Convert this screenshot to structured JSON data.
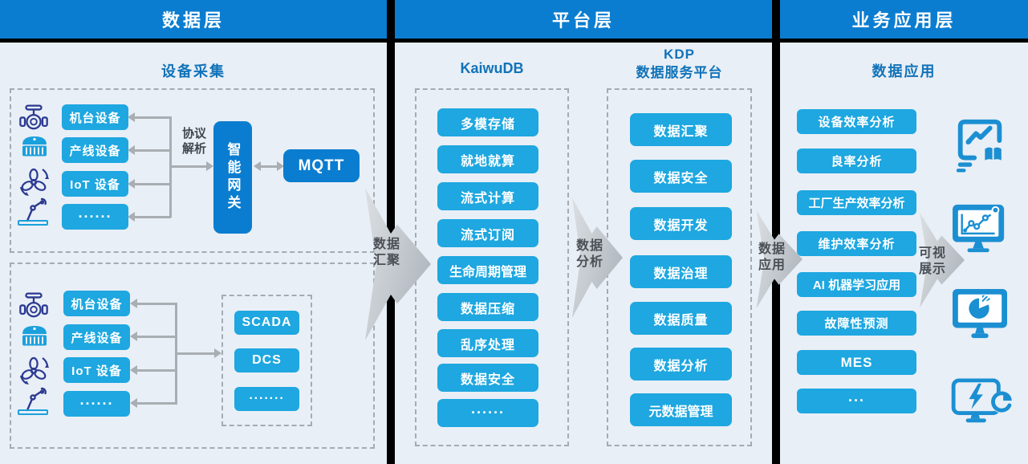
{
  "colors": {
    "header_blue": "#0a7dd0",
    "box_cyan": "#1ea7e0",
    "panel_bg": "#e9eff6",
    "title_blue": "#1173b9",
    "connector_gray": "#a9aeb3",
    "arrow_label_gray": "#4a5056",
    "icon_navy": "#2b3a91",
    "icon_cyan": "#1b8fd2",
    "page_bg": "#000000"
  },
  "layers": [
    {
      "title": "数据层"
    },
    {
      "title": "平台层"
    },
    {
      "title": "业务应用层"
    }
  ],
  "data_layer": {
    "section_title": "设备采集",
    "group1": {
      "devices": [
        "机台设备",
        "产线设备",
        "IoT 设备",
        "······"
      ],
      "protocol_label": {
        "line1": "协议",
        "line2": "解析"
      },
      "gateway_label": "智能网关",
      "mqtt_label": "MQTT"
    },
    "group2": {
      "devices": [
        "机台设备",
        "产线设备",
        "IoT 设备",
        "······"
      ],
      "systems": [
        "SCADA",
        "DCS",
        "·······"
      ]
    },
    "device_icons": [
      "valve-icon",
      "motor-drum-icon",
      "fan-icon",
      "robot-arm-icon"
    ]
  },
  "platform_layer": {
    "kaiwudb": {
      "title": "KaiwuDB",
      "items": [
        "多模存储",
        "就地就算",
        "流式计算",
        "流式订阅",
        "生命周期管理",
        "数据压缩",
        "乱序处理",
        "数据安全",
        "······"
      ]
    },
    "kdp": {
      "title_line1": "KDP",
      "title_line2": "数据服务平台",
      "items": [
        "数据汇聚",
        "数据安全",
        "数据开发",
        "数据治理",
        "数据质量",
        "数据分析",
        "元数据管理"
      ]
    }
  },
  "app_layer": {
    "section_title": "数据应用",
    "items": [
      "设备效率分析",
      "良率分析",
      "工厂生产效率分析",
      "维护效率分析",
      "AI 机器学习应用",
      "故障性预测",
      "MES",
      "···"
    ],
    "app_icons": [
      "chart-book-icon",
      "monitor-line-chart-icon",
      "monitor-pie-chart-icon",
      "monitor-energy-icon"
    ]
  },
  "flow_arrows": [
    {
      "line1": "数据",
      "line2": "汇聚"
    },
    {
      "line1": "数据",
      "line2": "分析"
    },
    {
      "line1": "数据",
      "line2": "应用"
    },
    {
      "line1": "可视",
      "line2": "展示"
    }
  ]
}
